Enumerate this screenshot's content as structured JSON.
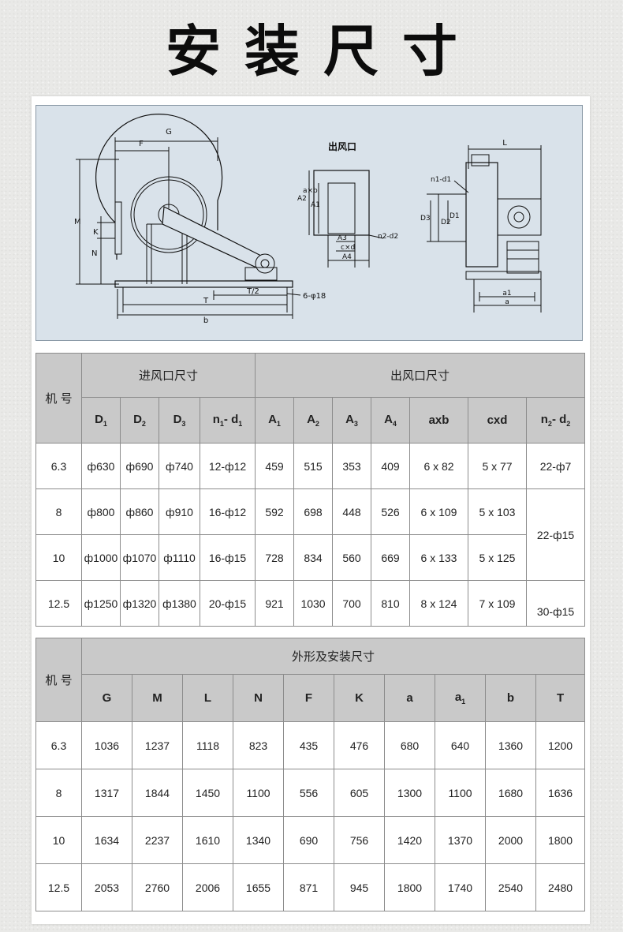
{
  "title": "安装尺寸",
  "diagram": {
    "labels": {
      "G": "G",
      "F": "F",
      "M": "M",
      "K": "K",
      "N": "N",
      "T": "T",
      "T2": "T/2",
      "b": "b",
      "bolt": "6-φ18",
      "outlet_title": "出风口",
      "A2": "A2",
      "axb": "a×b",
      "A1": "A1",
      "n2d2": "n2-d2",
      "A3": "A3",
      "cxd": "c×d",
      "A4": "A4",
      "L": "L",
      "n1d1": "n1-d1",
      "D3": "D3",
      "D2": "D2",
      "D1": "D1",
      "a1": "a1",
      "a": "a"
    }
  },
  "table1": {
    "row_header": "机 号",
    "group_inlet": "进风口尺寸",
    "group_outlet": "出风口尺寸",
    "columns": [
      {
        "main": "D",
        "sub": "1"
      },
      {
        "main": "D",
        "sub": "2"
      },
      {
        "main": "D",
        "sub": "3"
      },
      {
        "main": "n",
        "sub": "1",
        "tail": "- d",
        "sub2": "1"
      },
      {
        "main": "A",
        "sub": "1"
      },
      {
        "main": "A",
        "sub": "2"
      },
      {
        "main": "A",
        "sub": "3"
      },
      {
        "main": "A",
        "sub": "4"
      },
      {
        "main": "axb"
      },
      {
        "main": "cxd"
      },
      {
        "main": "n",
        "sub": "2",
        "tail": "- d",
        "sub2": "2"
      }
    ],
    "rows": [
      {
        "model": "6.3",
        "D1": "ф630",
        "D2": "ф690",
        "D3": "ф740",
        "n1d1": "12-ф12",
        "A1": "459",
        "A2": "515",
        "A3": "353",
        "A4": "409",
        "axb": "6 x 82",
        "cxd": "5 x 77",
        "n2d2": "22-ф7"
      },
      {
        "model": "8",
        "D1": "ф800",
        "D2": "ф860",
        "D3": "ф910",
        "n1d1": "16-ф12",
        "A1": "592",
        "A2": "698",
        "A3": "448",
        "A4": "526",
        "axb": "6 x 109",
        "cxd": "5 x 103"
      },
      {
        "model": "10",
        "D1": "ф1000",
        "D2": "ф1070",
        "D3": "ф1110",
        "n1d1": "16-ф15",
        "A1": "728",
        "A2": "834",
        "A3": "560",
        "A4": "669",
        "axb": "6 x 133",
        "cxd": "5 x 125"
      },
      {
        "model": "12.5",
        "D1": "ф1250",
        "D2": "ф1320",
        "D3": "ф1380",
        "n1d1": "20-ф15",
        "A1": "921",
        "A2": "1030",
        "A3": "700",
        "A4": "810",
        "axb": "8 x 124",
        "cxd": "7 x 109",
        "n2d2": "30-ф15"
      }
    ],
    "merged_n2d2": "22-ф15"
  },
  "table2": {
    "row_header": "机 号",
    "group": "外形及安装尺寸",
    "columns": [
      {
        "main": "G"
      },
      {
        "main": "M"
      },
      {
        "main": "L"
      },
      {
        "main": "N"
      },
      {
        "main": "F"
      },
      {
        "main": "K"
      },
      {
        "main": "a"
      },
      {
        "main": "a",
        "sub": "1"
      },
      {
        "main": "b"
      },
      {
        "main": "T"
      }
    ],
    "rows": [
      {
        "model": "6.3",
        "values": [
          "1036",
          "1237",
          "1118",
          "823",
          "435",
          "476",
          "680",
          "640",
          "1360",
          "1200"
        ]
      },
      {
        "model": "8",
        "values": [
          "1317",
          "1844",
          "1450",
          "1100",
          "556",
          "605",
          "1300",
          "1100",
          "1680",
          "1636"
        ]
      },
      {
        "model": "10",
        "values": [
          "1634",
          "2237",
          "1610",
          "1340",
          "690",
          "756",
          "1420",
          "1370",
          "2000",
          "1800"
        ]
      },
      {
        "model": "12.5",
        "values": [
          "2053",
          "2760",
          "2006",
          "1655",
          "871",
          "945",
          "1800",
          "1740",
          "2540",
          "2480"
        ]
      }
    ]
  }
}
